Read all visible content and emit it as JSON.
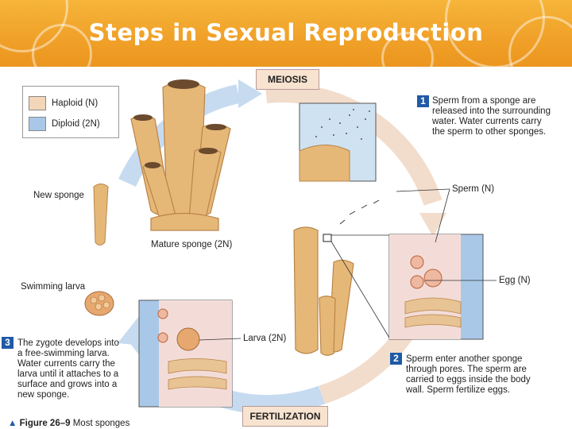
{
  "title": "Steps in Sexual Reproduction",
  "colors": {
    "haploid": "#f3d6b8",
    "diploid": "#a9c8e8",
    "header": "#f0a028",
    "step_badge": "#1f5aa6"
  },
  "legend": {
    "haploid": "Haploid (N)",
    "diploid": "Diploid (2N)"
  },
  "stages": {
    "meiosis": "MEIOSIS",
    "fertilization": "FERTILIZATION"
  },
  "labels": {
    "new_sponge": "New sponge",
    "mature_sponge": "Mature sponge (2N)",
    "swimming_larva": "Swimming larva",
    "sperm": "Sperm (N)",
    "egg": "Egg (N)",
    "larva": "Larva (2N)"
  },
  "steps": [
    {
      "number": "1",
      "lines": [
        "Sperm from a sponge are",
        "released into the surrounding",
        "water. Water currents carry",
        "the sperm to other sponges."
      ]
    },
    {
      "number": "2",
      "lines": [
        "Sperm enter another sponge",
        "through pores. The sperm are",
        "carried to eggs inside the body",
        "wall. Sperm fertilize eggs."
      ]
    },
    {
      "number": "3",
      "lines": [
        "The zygote develops into",
        "a free-swimming larva.",
        "Water currents carry the",
        "larva until it attaches to a",
        "surface and grows into a",
        "new sponge."
      ]
    }
  ],
  "figure_caption": {
    "label": "Figure 26–9",
    "text": "Most sponges"
  }
}
